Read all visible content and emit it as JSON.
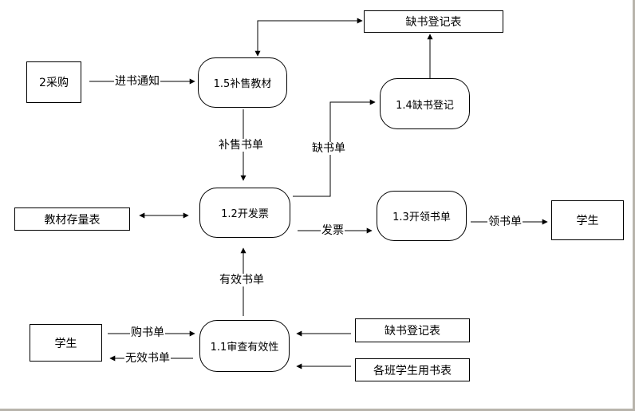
{
  "entities": {
    "purchase": "2采购",
    "shortage_table_top": "缺书登记表",
    "stock_table": "教材存量表",
    "student_right": "学生",
    "student_left": "学生",
    "shortage_table_bottom": "缺书登记表",
    "class_book_table": "各班学生用书表"
  },
  "processes": {
    "p15": "1.5补售教材",
    "p14": "1.4缺书登记",
    "p12": "1.2开发票",
    "p13": "1.3开领书单",
    "p11": "1.1审查有效性"
  },
  "flows": {
    "stock_notice": "进书通知",
    "resale_list": "补售书单",
    "shortage_list": "缺书单",
    "invoice": "发票",
    "pickup_list": "领书单",
    "valid_list": "有效书单",
    "purchase_list": "购书单",
    "invalid_list": "无效书单"
  }
}
